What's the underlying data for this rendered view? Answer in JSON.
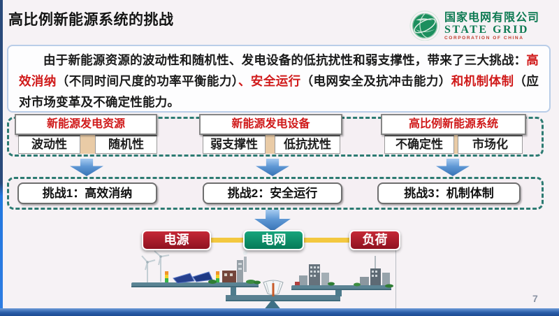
{
  "slide": {
    "title": "高比例新能源系统的挑战",
    "page_number": "7"
  },
  "logo": {
    "name_cn": "国家电网有限公司",
    "name_en": "STATE GRID",
    "subtitle_en": "CORPORATION OF CHINA"
  },
  "intro": {
    "segments": [
      {
        "text": "由于新能源资源的波动性和随机性、发电设备的低抗扰性和弱支撑性，带来了三大挑战：",
        "color": "black"
      },
      {
        "text": "高效消纳",
        "color": "red"
      },
      {
        "text": "（不同时间尺度的功率平衡能力）",
        "color": "black"
      },
      {
        "text": "、安全运行",
        "color": "red"
      },
      {
        "text": "（电网安全及抗冲击能力）",
        "color": "black"
      },
      {
        "text": "和机制体制",
        "color": "red"
      },
      {
        "text": "（应对市场变革及不确定性能力。",
        "color": "black"
      }
    ]
  },
  "groups": [
    {
      "header": "新能源发电资源",
      "items": [
        "波动性",
        "随机性"
      ]
    },
    {
      "header": "新能源发电设备",
      "items": [
        "弱支撑性",
        "低抗扰性"
      ]
    },
    {
      "header": "高比例新能源系统",
      "items": [
        "不确定性",
        "市场化"
      ]
    }
  ],
  "challenges": [
    "挑战1：高效消纳",
    "挑战2：安全运行",
    "挑战3：机制体制"
  ],
  "balance": {
    "source": "电源",
    "grid": "电网",
    "load": "负荷"
  },
  "colors": {
    "red_text": "#d01a1a",
    "dashed_border": "#2c7b72",
    "arrow_blue": "#3c7ec2",
    "source_load_red": "#a61a28",
    "grid_green": "#0b8f68",
    "connector_yellow": "#f3c83f",
    "logo_green": "#0d7a52"
  }
}
